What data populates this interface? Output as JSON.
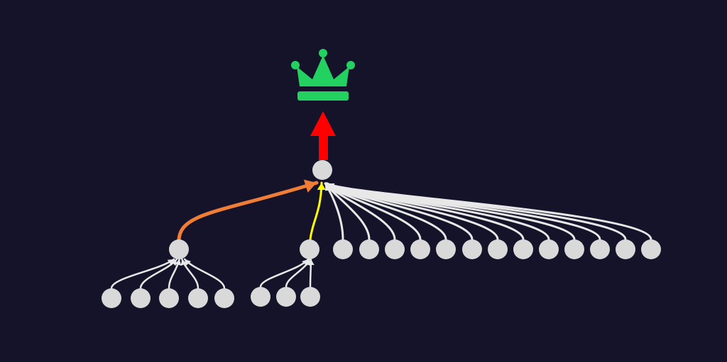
{
  "diagram": {
    "colors": {
      "background": "#14132a",
      "node": "#d9d9d9",
      "crown": "#22d160",
      "red_arrow": "#ff0000",
      "orange_edge": "#ef7d35",
      "yellow_edge": "#ffff00",
      "white_edge": "#e8e8e8"
    },
    "icons": {
      "top": "crown-icon"
    },
    "structure": {
      "root": "root-node",
      "root_points_to": "crown-icon",
      "level1_groups": [
        {
          "name": "left-group",
          "edge_color_key": "orange_edge",
          "children": 5
        },
        {
          "name": "middle-group",
          "edge_color_key": "yellow_edge",
          "children": 3
        },
        {
          "name": "direct-children",
          "edge_color_key": "white_edge",
          "count": 13
        }
      ]
    }
  }
}
